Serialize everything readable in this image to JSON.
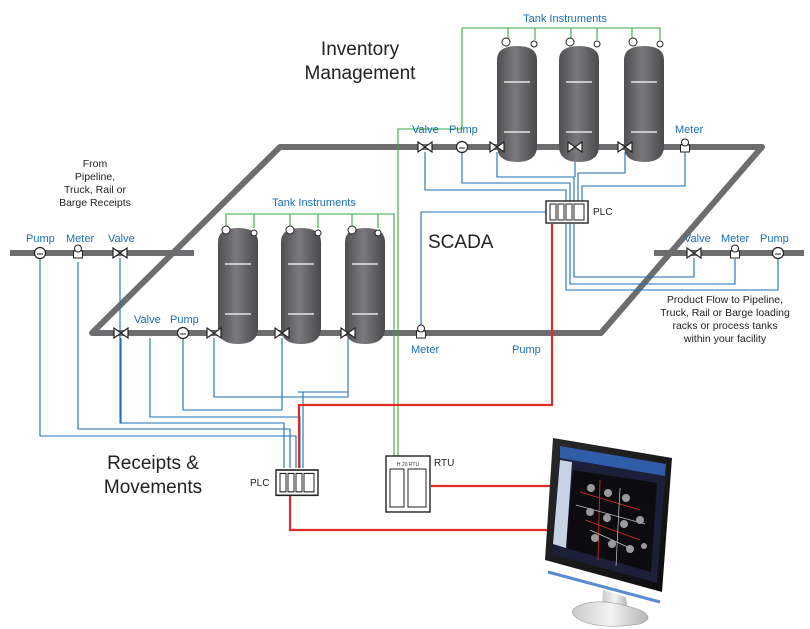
{
  "headings": {
    "receipts": "Receipts &\nMovements",
    "inventory": "Inventory\nManagement",
    "scada": "SCADA"
  },
  "notes": {
    "from": "From\nPipeline,\nTruck, Rail or\nBarge Receipts",
    "product_flow": "Product Flow to Pipeline,\nTruck, Rail or Barge loading\nracks or process tanks\nwithin your facility"
  },
  "labels": {
    "tank_instruments_top": "Tank Instruments",
    "tank_instruments_left": "Tank Instruments",
    "left_pump": "Pump",
    "left_meter": "Meter",
    "left_valve": "Valve",
    "front_valve": "Valve",
    "front_pump": "Pump",
    "back_valve": "Valve",
    "back_pump": "Pump",
    "back_meter": "Meter",
    "right_valve": "Valve",
    "right_meter": "Meter",
    "right_pump": "Pump",
    "front_meter": "Meter",
    "front_pump_right": "Pump",
    "plc_top": "PLC",
    "plc_bottom": "PLC",
    "rtu": "RTU",
    "rtu_device_text": "H 20 RTU"
  },
  "colors": {
    "pipe": "#6d6d6f",
    "signal_blue": "#1a6fb5",
    "signal_green": "#3aa842",
    "signal_red": "#e02b27",
    "tank": "#6b6b6e"
  }
}
